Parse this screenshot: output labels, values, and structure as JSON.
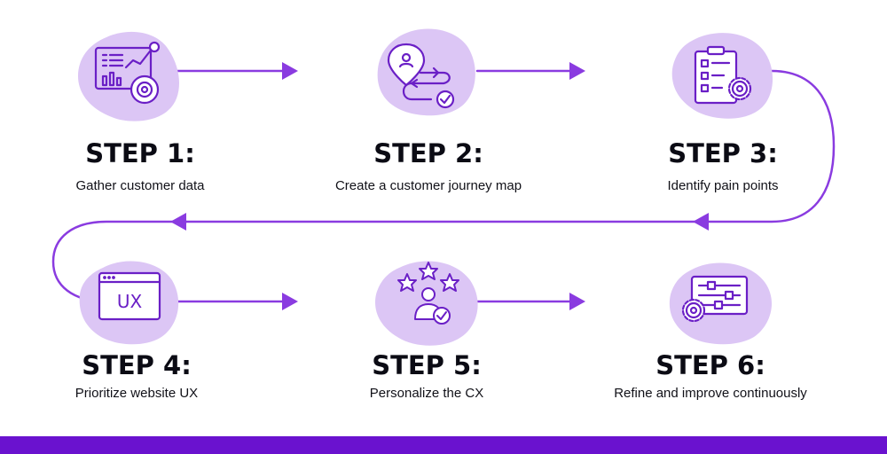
{
  "colors": {
    "accent": "#8a3be0",
    "blob": "#dcc6f5",
    "icon_stroke": "#6a1fc6",
    "title": "#0b0b14",
    "footer_bar": "#6a12cf"
  },
  "steps": [
    {
      "title": "STEP 1:",
      "description": "Gather customer data",
      "icon": "analytics-chart-icon"
    },
    {
      "title": "STEP 2:",
      "description": "Create a customer journey map",
      "icon": "journey-map-icon"
    },
    {
      "title": "STEP 3:",
      "description": "Identify pain points",
      "icon": "checklist-gear-icon"
    },
    {
      "title": "STEP 4:",
      "description": "Prioritize website UX",
      "icon": "ux-window-icon"
    },
    {
      "title": "STEP 5:",
      "description": "Personalize the CX",
      "icon": "user-rating-stars-icon"
    },
    {
      "title": "STEP 6:",
      "description": "Refine and improve continuously",
      "icon": "settings-sliders-icon"
    }
  ],
  "ux_label": "UX"
}
